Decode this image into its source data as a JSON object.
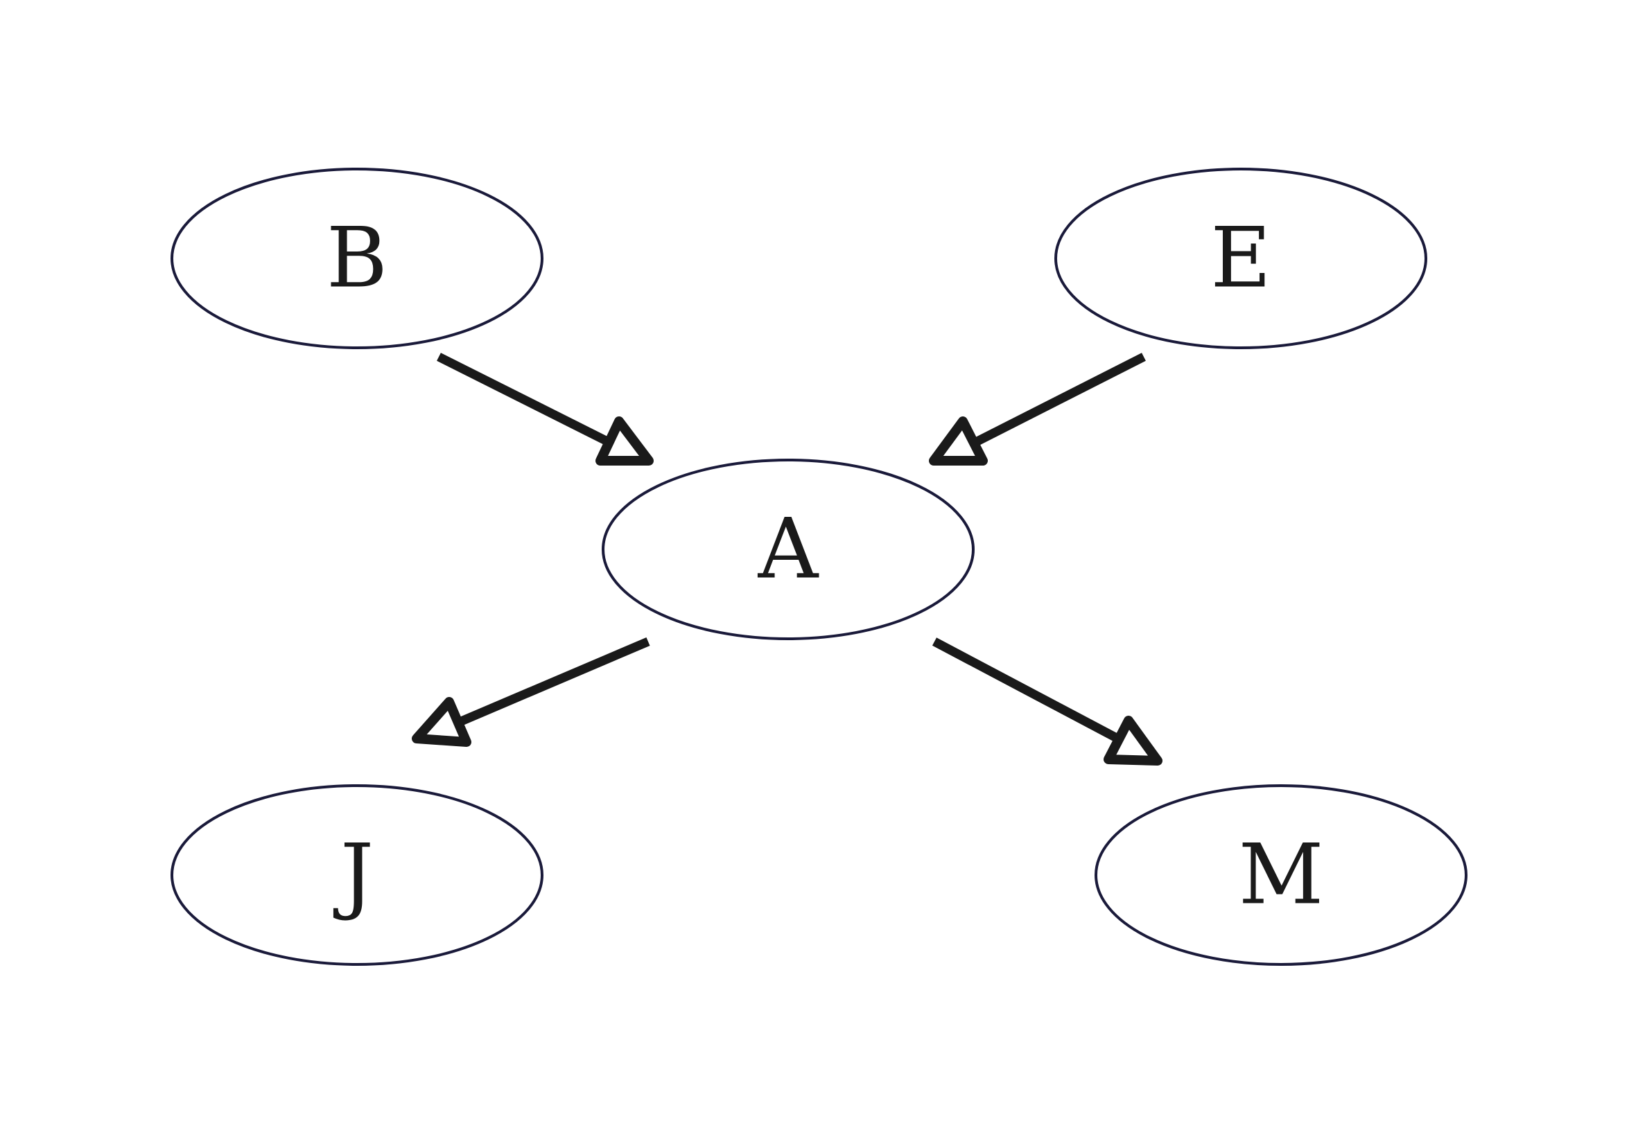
{
  "nodes": [
    {
      "id": "A",
      "label": "A"
    },
    {
      "id": "B",
      "label": "B"
    },
    {
      "id": "E",
      "label": "E"
    },
    {
      "id": "J",
      "label": "J"
    },
    {
      "id": "M",
      "label": "M"
    }
  ],
  "edges": [
    {
      "from": "B",
      "to": "A"
    },
    {
      "from": "E",
      "to": "A"
    },
    {
      "from": "A",
      "to": "J"
    },
    {
      "from": "A",
      "to": "M"
    }
  ],
  "colors": {
    "node_stroke": "#1a1a3a",
    "edge": "#1a1a1a",
    "label": "#1a1a1a",
    "background": "#ffffff"
  }
}
